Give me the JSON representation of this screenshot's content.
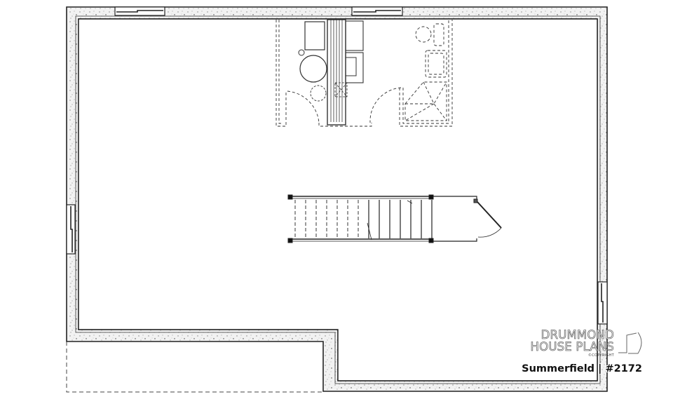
{
  "plan": {
    "type": "basement floor plan",
    "colors": {
      "wall_outline": "#222222",
      "wall_fill": "#eeeeee",
      "dashed": "#555555",
      "background": "#ffffff"
    },
    "elements": [
      "foundation walls",
      "windows",
      "laundry area",
      "bathroom rough-in",
      "staircase",
      "door",
      "unexcavated area"
    ]
  },
  "branding": {
    "line1": "DRUMMOND",
    "line2": "HOUSE PLANS",
    "copyright": "©COPYRIGHT",
    "logo_icon": "drummond-d-logo"
  },
  "caption": {
    "plan_name": "Summerfield",
    "separator": "|",
    "plan_number": "#2172"
  }
}
